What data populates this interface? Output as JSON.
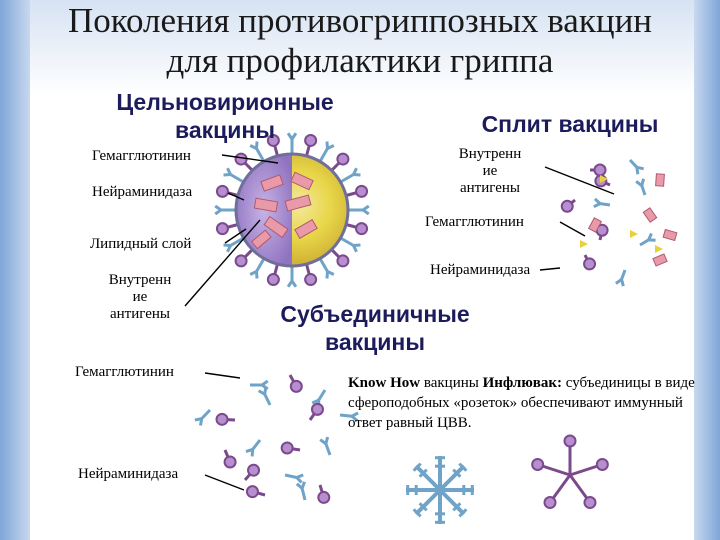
{
  "title": {
    "line1": "Поколения противогриппозных вакцин",
    "line2": "для профилактики гриппа"
  },
  "whole_virion": {
    "heading_line1": "Цельновирионные",
    "heading_line2": "вакцины",
    "labels": {
      "hemagglutinin": "Гемагглютинин",
      "neuraminidase": "Нейраминидаза",
      "lipid_layer": "Липидный слой",
      "internal_antigens": [
        "Внутренн",
        "ие",
        "антигены"
      ]
    }
  },
  "split": {
    "heading": "Сплит вакцины",
    "labels": {
      "internal_antigens": [
        "Внутренн",
        "ие",
        "антигены"
      ],
      "hemagglutinin": "Гемагглютинин",
      "neuraminidase": "Нейраминидаза"
    }
  },
  "subunit": {
    "heading_line1": "Субъединичные",
    "heading_line2": "вакцины",
    "labels": {
      "hemagglutinin": "Гемагглютинин",
      "neuraminidase": "Нейраминидаза"
    },
    "description": {
      "bold1": "Know How",
      "text1": " вакцины ",
      "bold2": "Инфлювак:",
      "text2": " субъединицы в виде сфероподобных «розеток» обеспечивают иммунный ответ равный ЦВВ."
    }
  },
  "colors": {
    "heading": "#1c1c5c",
    "purple": "#7a4a8c",
    "purple_light": "#b78fd0",
    "pink": "#e89aa8",
    "blue_spike": "#6fa3c8",
    "yellow": "#e6d23a",
    "arrow": "#000000"
  }
}
